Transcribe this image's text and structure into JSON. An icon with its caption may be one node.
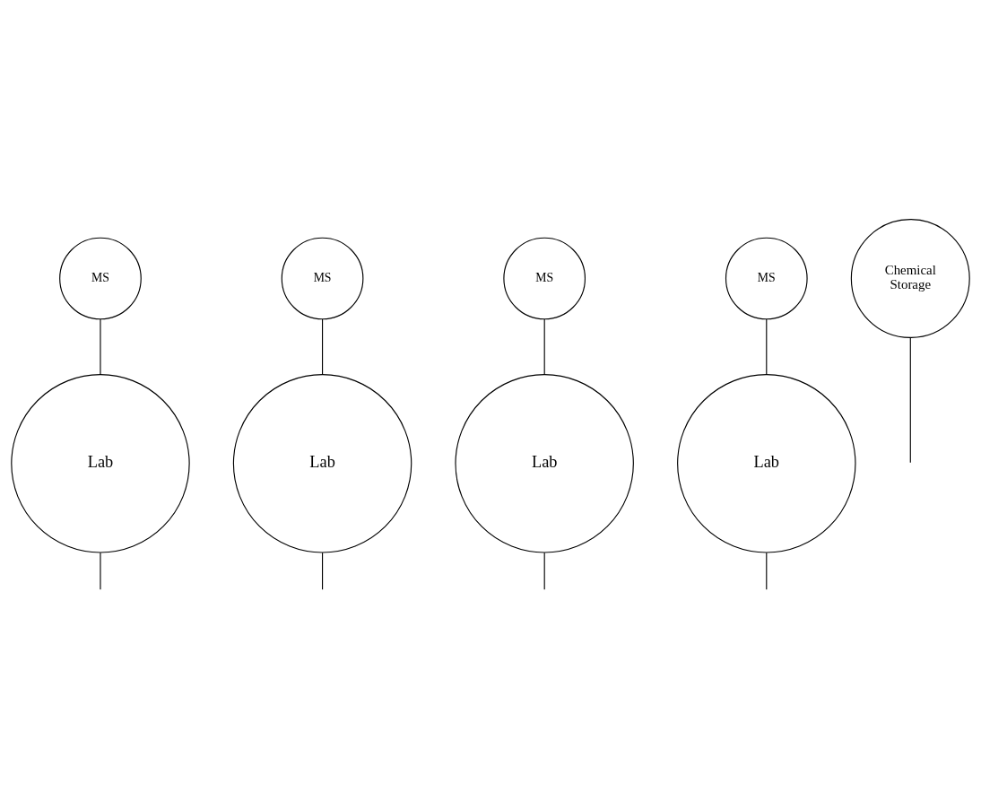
{
  "diagram": {
    "nodes": [
      {
        "text": [
          "Lab"
        ]
      },
      {
        "text": [
          "Lab"
        ]
      },
      {
        "text": [
          "MS"
        ]
      },
      {
        "text": [
          "MS"
        ]
      },
      {
        "text": [
          "MS"
        ]
      },
      {
        "text": [
          "MS"
        ]
      },
      {
        "text": [
          "Lab"
        ]
      },
      {
        "text": [
          "Lab"
        ]
      },
      {
        "text": [
          "Chemical Storage"
        ]
      }
    ],
    "edges": [
      {
        "from": 2,
        "to": 0,
        "arrow": "none"
      },
      {
        "from": 3,
        "to": 1,
        "arrow": "none"
      },
      {
        "from": 4,
        "to": 6,
        "arrow": "none"
      },
      {
        "from": 5,
        "to": 7,
        "arrow": "none"
      },
      {
        "from": 0,
        "to": null,
        "arrow": "none"
      },
      {
        "from": 1,
        "to": null,
        "arrow": "none"
      },
      {
        "from": 6,
        "to": null,
        "arrow": "none"
      },
      {
        "from": 7,
        "to": null,
        "arrow": "none"
      },
      {
        "from": 8,
        "to": null,
        "arrow": "none"
      }
    ]
  }
}
